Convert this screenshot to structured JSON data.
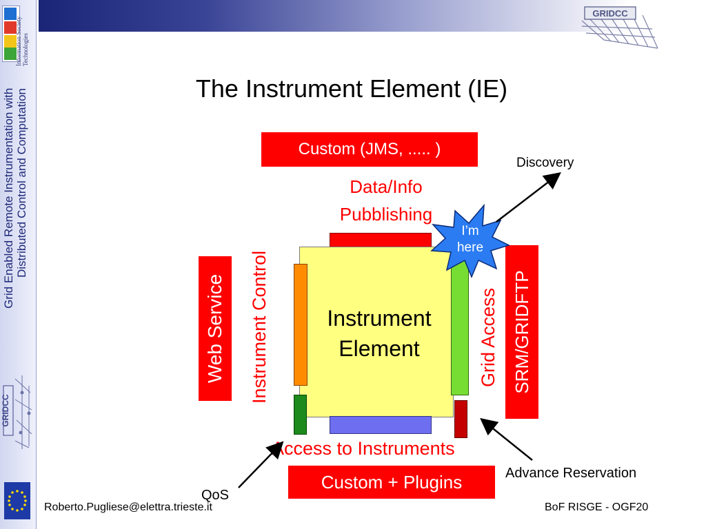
{
  "sidebar": {
    "ist_text": "Information Society Technologies",
    "title_line1": "Grid Enabled Remote Instrumentation with",
    "title_line2": "Distributed Control and Computation",
    "logo_text": "GRIDCC"
  },
  "header": {
    "logo_text": "GRIDCC"
  },
  "slide": {
    "title": "The Instrument Element (IE)",
    "top_box": "Custom (JMS, ..... )",
    "data_info_line1": "Data/Info",
    "data_info_line2": "Pubblishing",
    "discovery": "Discovery",
    "im_here_line1": "I’m",
    "im_here_line2": "here",
    "left_box": "Web Service",
    "instrument_control": "Instrument Control",
    "center_line1": "Instrument",
    "center_line2": "Element",
    "grid_access": "Grid Access",
    "right_box": "SRM/GRIDFTP",
    "access_to_instruments": "Access to Instruments",
    "bottom_box": "Custom + Plugins",
    "advance_reservation": "Advance Reservation",
    "qos": "QoS"
  },
  "footer": {
    "email": "Roberto.Pugliese@elettra.trieste.it",
    "event": "BoF RISGE - OGF20"
  },
  "colors": {
    "red": "#ff0000",
    "yellow": "#ffff80",
    "orange": "#ff8c00",
    "green_light": "#77dd33",
    "green_dark": "#1c8a1c",
    "dark_red": "#c40000",
    "blue_bar": "#6e6ef0",
    "star_blue": "#2b7cf2",
    "navy": "#1f2a7a"
  }
}
